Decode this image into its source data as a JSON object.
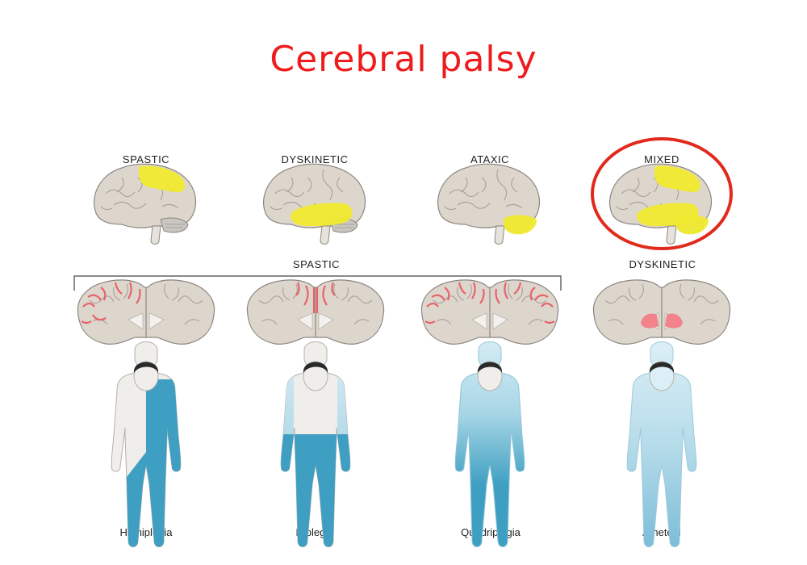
{
  "title": "Cerebral palsy",
  "types": [
    {
      "label": "SPASTIC",
      "highlight": "motor-cortex"
    },
    {
      "label": "DYSKINETIC",
      "highlight": "temporal-basal"
    },
    {
      "label": "ATAXIC",
      "highlight": "cerebellum"
    },
    {
      "label": "MIXED",
      "highlight": "combined",
      "circled": true
    }
  ],
  "groups": {
    "spastic": "SPASTIC",
    "dyskinetic": "DYSKINETIC"
  },
  "subtypes": [
    {
      "caption": "Hemiplegia",
      "affected": "one-side"
    },
    {
      "caption": "Diplegia",
      "affected": "legs"
    },
    {
      "caption": "Quadriplegia",
      "affected": "all-limbs"
    },
    {
      "caption": "Athetoid",
      "affected": "whole-body"
    }
  ],
  "colors": {
    "title": "#ee1c1c",
    "brain": "#ddd6cd",
    "brain_outline": "#8c8680",
    "highlight": "#f0ea2e",
    "cortex_lesion": "#e8636a",
    "basal_lesion": "#f2838b",
    "affected": "#3f9fc2",
    "affected_light": "#a8d6e6",
    "body": "#efeeeb",
    "hair": "#2a2a2a",
    "circle": "#e22a1c"
  }
}
